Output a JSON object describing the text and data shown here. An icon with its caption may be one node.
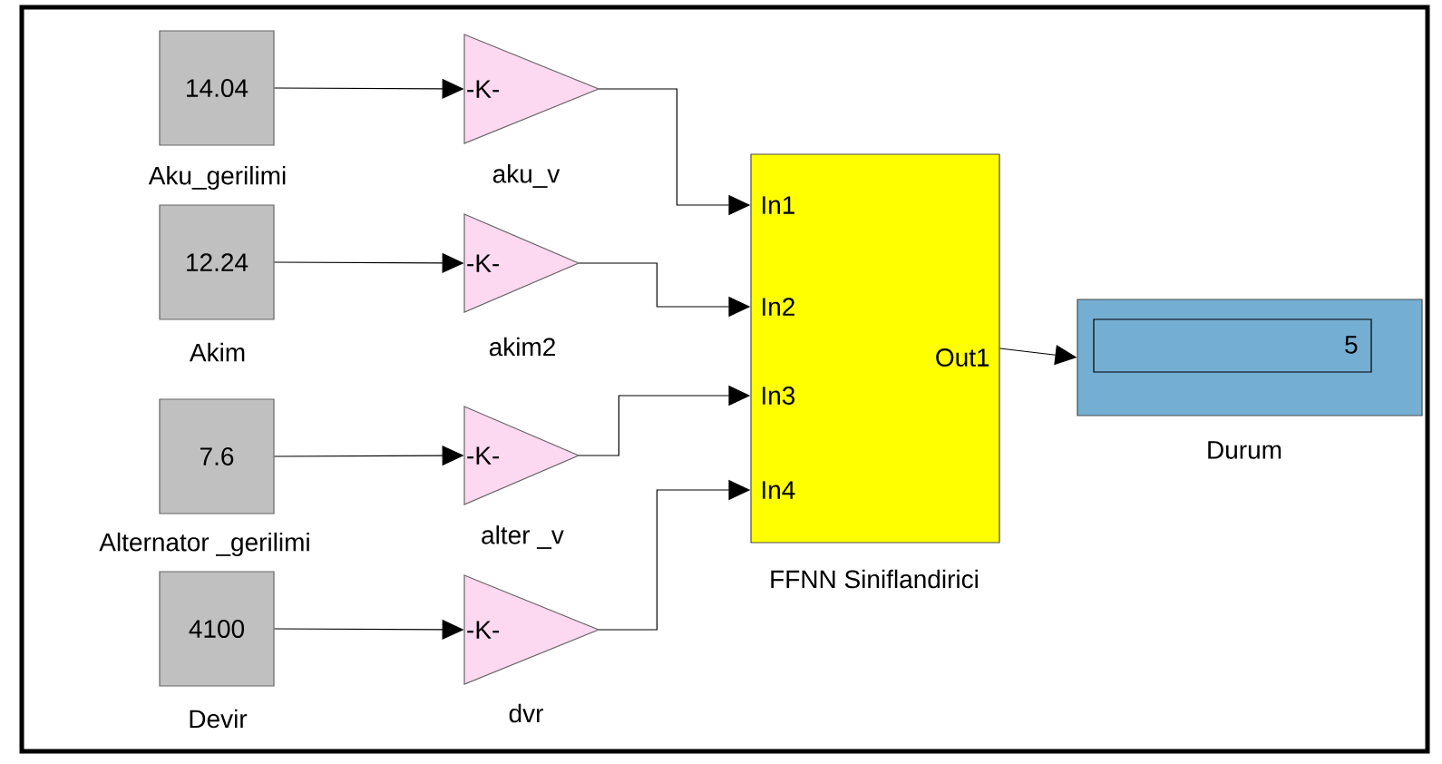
{
  "diagram": {
    "nodes": [
      {
        "text": [
          "14.04"
        ],
        "beside": [
          "Aku_gerilimi"
        ]
      },
      {
        "text": [
          "12.24"
        ],
        "beside": [
          "Akim"
        ]
      },
      {
        "text": [
          "7.6"
        ],
        "beside": [
          "Alternator _gerilimi"
        ]
      },
      {
        "text": [
          "4100"
        ],
        "beside": [
          "Devir"
        ]
      },
      {
        "text": [
          "-K-"
        ],
        "beside": [
          "aku_v"
        ]
      },
      {
        "text": [
          "-K-"
        ],
        "beside": [
          "akim2"
        ]
      },
      {
        "text": [
          "-K-"
        ],
        "beside": [
          "alter _v"
        ]
      },
      {
        "text": [
          "-K-"
        ],
        "beside": [
          "dvr"
        ]
      },
      {
        "text": [
          "In1",
          "In2",
          "In3",
          "In4",
          "Out1"
        ],
        "beside": [
          "FFNN Siniflandirici"
        ]
      },
      {
        "text": [
          "5"
        ],
        "beside": [
          "Durum"
        ]
      }
    ],
    "edges": [
      {
        "from": 0,
        "to": 4,
        "arrow": "to"
      },
      {
        "from": 1,
        "to": 5,
        "arrow": "to"
      },
      {
        "from": 2,
        "to": 6,
        "arrow": "to"
      },
      {
        "from": 3,
        "to": 7,
        "arrow": "to"
      },
      {
        "from": 4,
        "to": 8,
        "arrow": "to"
      },
      {
        "from": 5,
        "to": 8,
        "arrow": "to"
      },
      {
        "from": 6,
        "to": 8,
        "arrow": "to"
      },
      {
        "from": 7,
        "to": 8,
        "arrow": "to"
      },
      {
        "from": 8,
        "to": 9,
        "arrow": "to"
      }
    ]
  }
}
